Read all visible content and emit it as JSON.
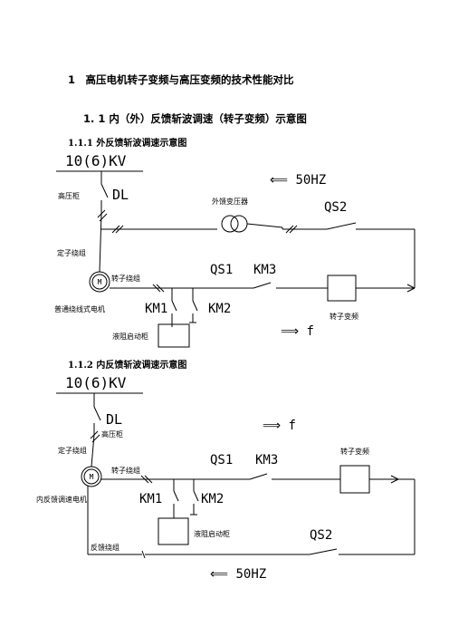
{
  "headings": {
    "h1": "1　高压电机转子变频与高压变频的技术性能对比",
    "h2": "1. 1 内（外）反馈斩波调速（转子变频）示意图",
    "h3_outer": "1.1.1  外反馈斩波调速示意图",
    "h3_inner": "1.1.2  内反馈斩波调速示意图"
  },
  "diagram_outer": {
    "voltage": "10(6)KV",
    "hv_cabinet": "高压柜",
    "dl": "DL",
    "flow_50hz": "⟸ 50HZ",
    "transformer": "外馈变压器",
    "qs2": "QS2",
    "stator_winding": "定子绕组",
    "rotor_winding": "转子绕组",
    "qs1": "QS1",
    "km3": "KM3",
    "motor_symbol": "M",
    "motor_name": "普通绕线式电机",
    "km1": "KM1",
    "km2": "KM2",
    "rotor_inverter": "转子变频",
    "start_cabinet": "液阻启动柜",
    "flow_f": "⟹ f"
  },
  "diagram_inner": {
    "voltage": "10(6)KV",
    "dl": "DL",
    "hv_cabinet": "高压柜",
    "flow_f": "⟹ f",
    "stator_winding": "定子绕组",
    "rotor_inverter": "转子变频",
    "rotor_winding": "转子绕组",
    "qs1": "QS1",
    "km3": "KM3",
    "motor_symbol": "M",
    "motor_name": "内反馈调速电机",
    "km1": "KM1",
    "km2": "KM2",
    "start_cabinet": "液阻启动柜",
    "feedback_winding": "反馈绕组",
    "qs2": "QS2",
    "flow_50hz": "⟸ 50HZ"
  }
}
